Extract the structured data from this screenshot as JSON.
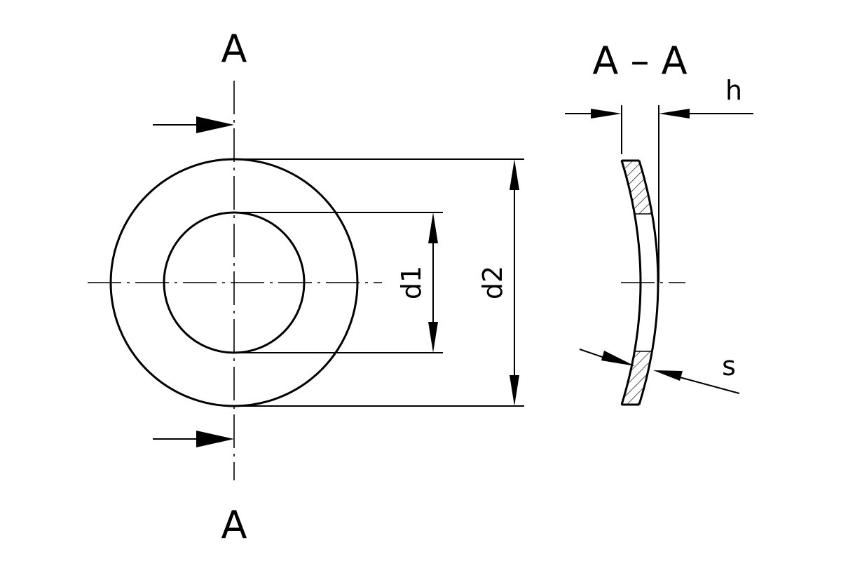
{
  "labels": {
    "section_top": "A",
    "section_bottom": "A",
    "section_view": "A – A",
    "dim_d1": "d1",
    "dim_d2": "d2",
    "dim_h": "h",
    "dim_s": "s"
  },
  "colors": {
    "line": "#000000",
    "background": "#ffffff"
  }
}
